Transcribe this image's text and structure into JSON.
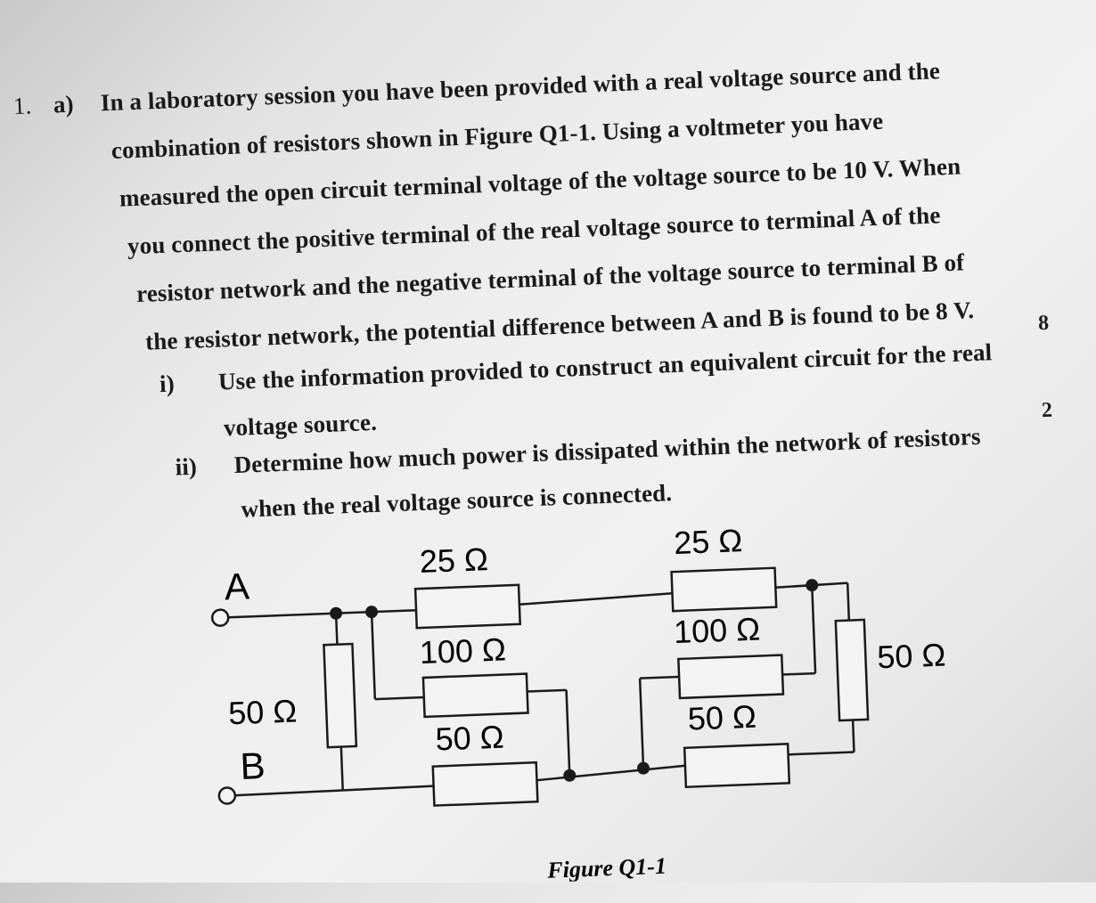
{
  "question": {
    "number": "1.",
    "part": "a)",
    "lines": [
      "In a laboratory session you have been provided with a real voltage source and the",
      "combination of resistors shown in Figure Q1-1. Using a voltmeter you have",
      "measured the open circuit terminal voltage of the voltage source to be 10 V. When",
      "you connect the positive terminal of the real voltage source to terminal A of the",
      "resistor network and the negative terminal of the voltage source to terminal B of",
      "the resistor network, the potential difference between A and B is found to be 8 V."
    ],
    "sub_i": {
      "label": "i)",
      "line1": "Use the information provided to construct an equivalent circuit for the real",
      "line2": "voltage source.",
      "marks": "8"
    },
    "sub_ii": {
      "label": "ii)",
      "line1": "Determine how much power is dissipated within the network of resistors",
      "line2": "when the real voltage source is connected.",
      "marks": "2"
    }
  },
  "figure": {
    "caption": "Figure Q1-1",
    "terminal_a": "A",
    "terminal_b": "B",
    "resistors": {
      "left_shunt": "50 Ω",
      "top_left": "25 Ω",
      "mid_left": "100 Ω",
      "bottom_left": "50 Ω",
      "top_right": "25 Ω",
      "mid_right": "100 Ω",
      "bottom_right": "50 Ω",
      "right_shunt": "50 Ω"
    }
  }
}
